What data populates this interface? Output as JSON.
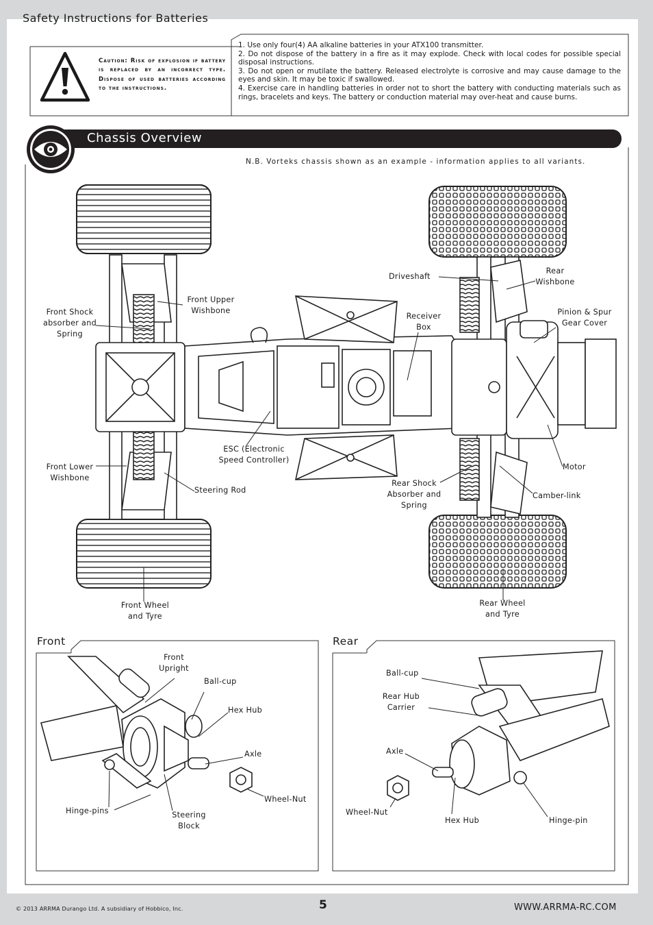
{
  "safety": {
    "title": "Safety Instructions for Batteries",
    "caution": "Caution: Risk of explosion if battery is replaced by an incorrect type. Dispose of used batteries according to the instructions.",
    "items": [
      "1. Use only four(4) AA alkaline batteries in your ATX100 transmitter.",
      "2. Do not dispose of the battery in a fire as it may explode. Check with local codes for possible special disposal instructions.",
      "3. Do not open or mutilate the battery. Released electrolyte is corrosive and may cause damage to the eyes and skin. It may be toxic if swallowed.",
      "4. Exercise care in handling batteries in order not to short the battery with conducting materials such as rings, bracelets and keys. The battery or conduction material may over-heat and cause burns."
    ],
    "warning_icon": "warning-triangle-icon"
  },
  "overview": {
    "title": "Chassis Overview",
    "icon": "eye-icon",
    "note": "N.B. Vorteks chassis shown as an example - information applies to all variants.",
    "labels": {
      "front_shock": "Front Shock absorber and Spring",
      "front_upper": "Front Upper Wishbone",
      "driveshaft": "Driveshaft",
      "rear_wishbone": "Rear Wishbone",
      "receiver": "Receiver Box",
      "pinion": "Pinion & Spur Gear Cover",
      "esc": "ESC (Electronic Speed Controller)",
      "front_lower": "Front Lower Wishbone",
      "steering_rod": "Steering Rod",
      "rear_shock": "Rear Shock Absorber and Spring",
      "motor": "Motor",
      "camber": "Camber-link",
      "front_wheel": "Front Wheel and Tyre",
      "rear_wheel": "Rear Wheel and Tyre"
    }
  },
  "front": {
    "title": "Front",
    "labels": {
      "upright": "Front Upright",
      "ballcup": "Ball-cup",
      "hexhub": "Hex Hub",
      "axle": "Axle",
      "wheelnut": "Wheel-Nut",
      "hingepins": "Hinge-pins",
      "steering_block": "Steering Block"
    }
  },
  "rear": {
    "title": "Rear",
    "labels": {
      "ballcup": "Ball-cup",
      "hub_carrier": "Rear Hub Carrier",
      "axle": "Axle",
      "wheelnut": "Wheel-Nut",
      "hexhub": "Hex Hub",
      "hingepin": "Hinge-pin"
    }
  },
  "footer": {
    "copyright": "© 2013 ARRMA Durango Ltd. A subsidiary of Hobbico, Inc.",
    "page": "5",
    "url": "WWW.ARRMA-RC.COM"
  }
}
